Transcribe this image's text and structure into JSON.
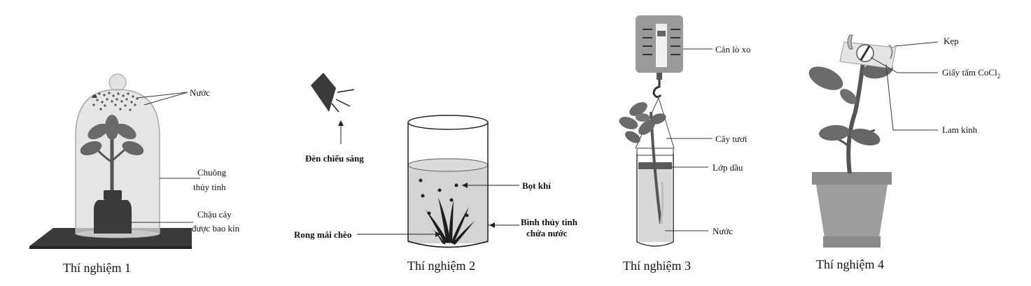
{
  "experiment1": {
    "label_water": "Nước",
    "label_bell_line1": "Chuông",
    "label_bell_line2": "thủy tinh",
    "label_pot_line1": "Chậu cây",
    "label_pot_line2": "được bao kín",
    "caption": "Thí nghiệm 1"
  },
  "experiment2": {
    "label_lamp": "Đèn chiếu sáng",
    "label_bubbles": "Bọt khí",
    "label_plant": "Rong mái chèo",
    "label_jar_line1": "Bình thủy tinh",
    "label_jar_line2": "chứa nước",
    "caption": "Thí nghiệm 2"
  },
  "experiment3": {
    "label_scale": "Cân lò xo",
    "label_plant": "Cây tươi",
    "label_oil": "Lớp dầu",
    "label_water": "Nước",
    "caption": "Thí nghiệm 3"
  },
  "experiment4": {
    "label_clip": "Kẹp",
    "label_paper": "Giấy tẩm CoCl",
    "label_paper_sub": "2",
    "label_slide": "Lam kính",
    "caption": "Thí nghiệm 4"
  }
}
